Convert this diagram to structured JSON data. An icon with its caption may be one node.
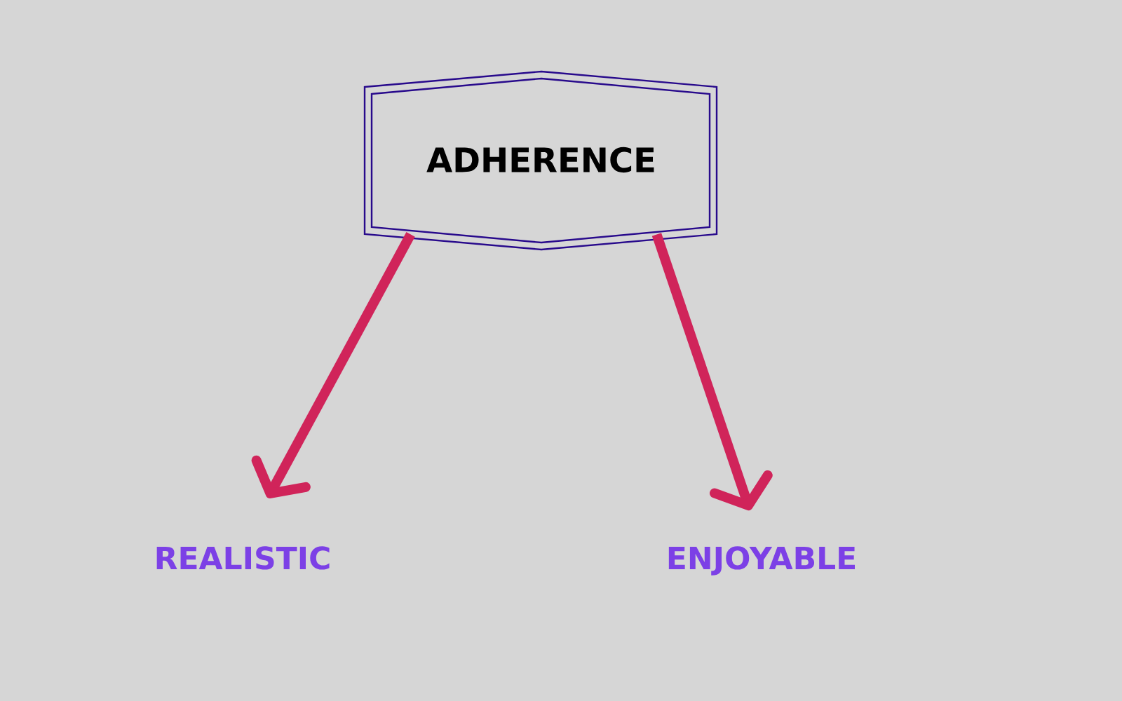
{
  "diagram": {
    "nodes": [
      {
        "text": [
          "ADHERENCE"
        ]
      },
      {
        "text": [
          "REALISTIC"
        ]
      },
      {
        "text": [
          "ENJOYABLE"
        ]
      }
    ],
    "edges": [
      {
        "from": 0,
        "to": 1,
        "arrow": "to"
      },
      {
        "from": 0,
        "to": 2,
        "arrow": "to"
      }
    ]
  }
}
